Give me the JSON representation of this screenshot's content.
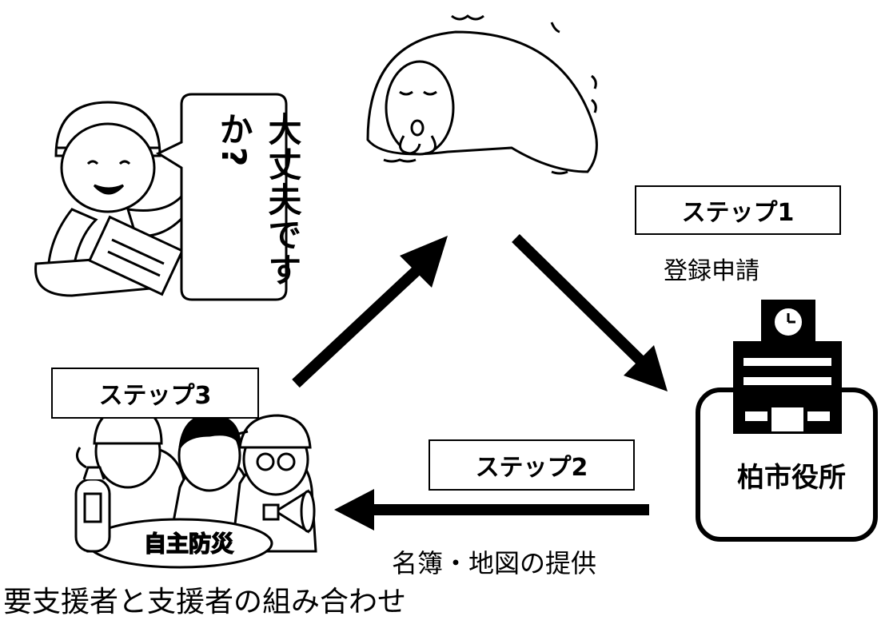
{
  "speech_bubble": {
    "text": "大丈夫ですか?"
  },
  "steps": {
    "step1": {
      "label": "ステップ1",
      "caption": "登録申請"
    },
    "step2": {
      "label": "ステップ2",
      "caption": "名簿・地図の提供"
    },
    "step3": {
      "label": "ステップ3",
      "caption": "要支援者と支援者の組み合わせ"
    }
  },
  "city_hall": {
    "label": "柏市役所"
  },
  "icons": [
    "volunteer-woman-clipboard-icon",
    "elderly-person-blanket-icon",
    "city-hall-building-icon",
    "clock-icon",
    "disaster-prevention-group-icon",
    "fire-extinguisher-icon",
    "megaphone-icon"
  ],
  "colors": {
    "ink": "#000000",
    "background": "#ffffff"
  }
}
